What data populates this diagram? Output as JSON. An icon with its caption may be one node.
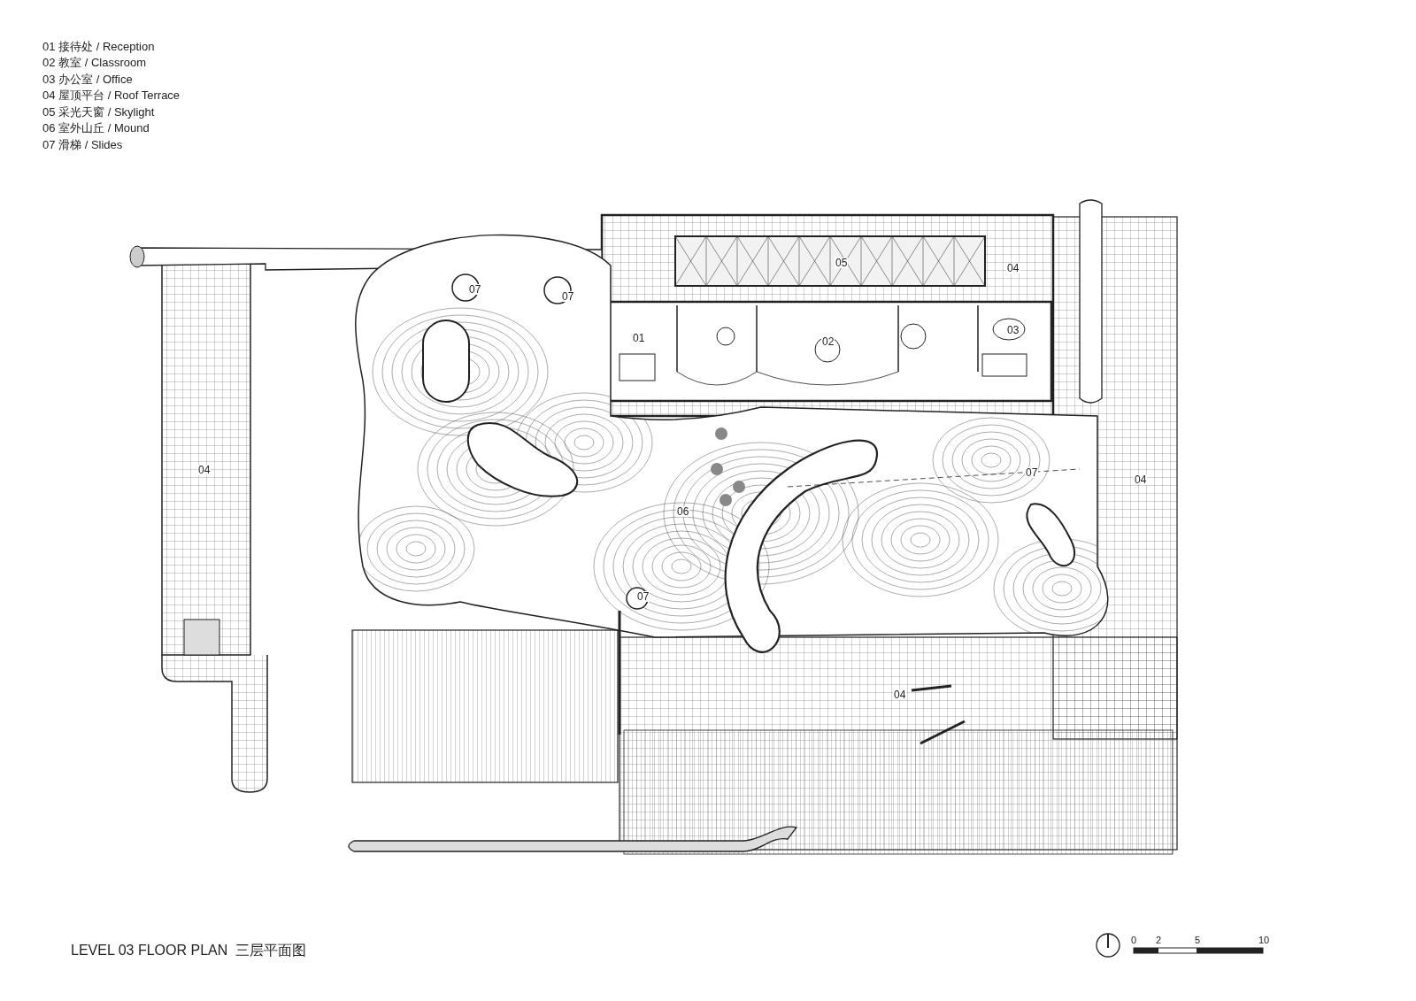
{
  "diagram": {
    "title": "LEVEL 03 FLOOR PLAN  三层平面图",
    "labels": [
      "01 接待处 / Reception",
      "02 教室 / Classroom",
      "03 办公室 / Office",
      "04 屋顶平台 / Roof Terrace",
      "05 采光天窗 / Skylight",
      "06 室外山丘 / Mound",
      "07 滑梯 / Slides",
      "05",
      "04",
      "07",
      "07",
      "01",
      "02",
      "03",
      "04",
      "07",
      "04",
      "06",
      "07",
      "04",
      "0",
      "2",
      "5",
      "10"
    ]
  }
}
